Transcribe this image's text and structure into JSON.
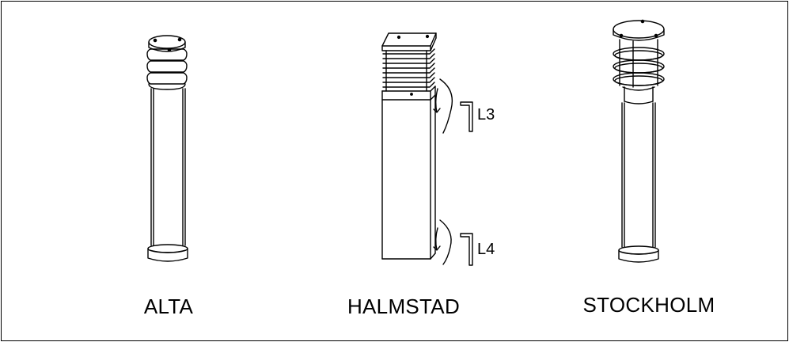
{
  "products": [
    {
      "id": "alta",
      "name": "ALTA"
    },
    {
      "id": "halmstad",
      "name": "HALMSTAD"
    },
    {
      "id": "stockholm",
      "name": "STOCKHOLM"
    }
  ],
  "tools": [
    {
      "id": "l3",
      "label": "L3"
    },
    {
      "id": "l4",
      "label": "L4"
    }
  ],
  "colors": {
    "line": "#000000",
    "background": "#ffffff"
  },
  "icons": {
    "allen_key": "allen-key-icon",
    "rotate_arrow": "rotate-arrow-icon"
  }
}
